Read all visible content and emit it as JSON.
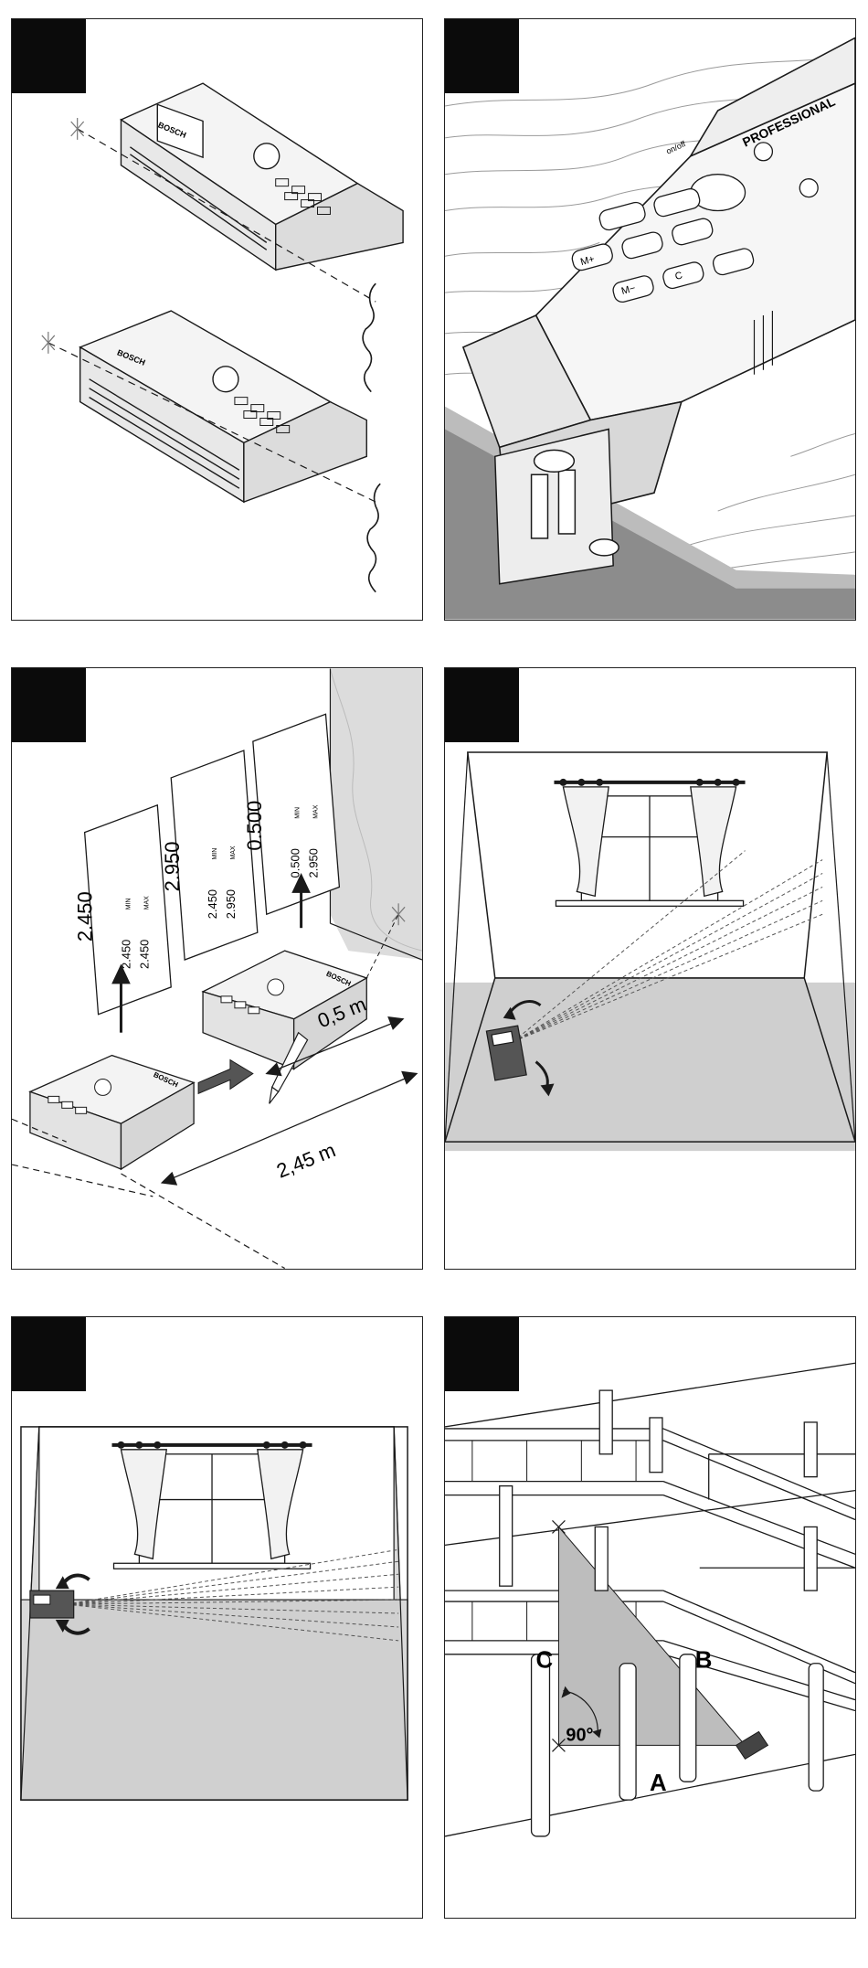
{
  "brand": "BOSCH",
  "product_line": "PROFESSIONAL",
  "keys": {
    "on_off": "on/off",
    "m_plus": "M+",
    "m_minus": "M−",
    "clear": "C"
  },
  "displays": {
    "d1": {
      "main": "2.450",
      "min": "2.450",
      "max": "2.450",
      "min_label": "MIN",
      "max_label": "MAX"
    },
    "d2": {
      "main": "2.950",
      "min": "2.450",
      "max": "2.950",
      "min_label": "MIN",
      "max_label": "MAX"
    },
    "d3": {
      "main": "0.500",
      "min": "0.500",
      "max": "2.950",
      "min_label": "MIN",
      "max_label": "MAX"
    }
  },
  "dimensions": {
    "short": "0,5 m",
    "long": "2,45 m"
  },
  "figure6": {
    "angle": "90°",
    "point_a": "A",
    "point_b": "B",
    "point_c": "C"
  },
  "colors": {
    "line": "#1a1a1a",
    "shade": "#c8c8c8",
    "light": "#e6e6e6",
    "tab": "#0b0b0b"
  }
}
